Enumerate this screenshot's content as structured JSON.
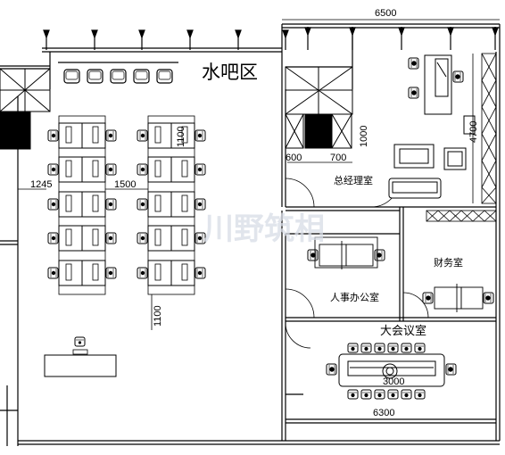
{
  "rooms": {
    "water_bar": "水吧区",
    "gm_office": "总经理室",
    "hr_office": "人事办公室",
    "finance": "财务室",
    "conference": "大会议室"
  },
  "dimensions": {
    "top_width": "6500",
    "right_height": "4700",
    "gm_pillar_height": "1000",
    "gm_left_600": "600",
    "gm_left_700": "700",
    "left_1245": "1245",
    "desk_gap_1500": "1500",
    "desk_height_1100_top": "1100",
    "desk_height_1100_bottom": "1100",
    "conference_width": "6300",
    "table_3000": "3000"
  },
  "watermark": "川野筑相",
  "colors": {
    "line": "#000000",
    "wall_fill": "#000000",
    "watermark": "#d8dde6"
  }
}
